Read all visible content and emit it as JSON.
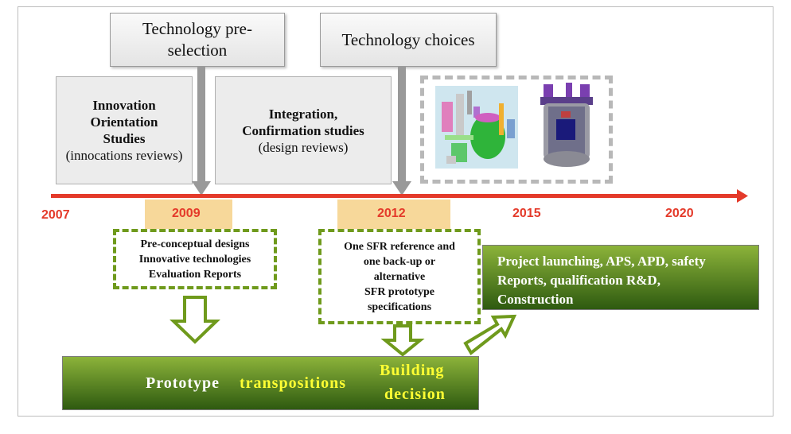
{
  "headers": {
    "preselection": "Technology pre-selection",
    "choices": "Technology choices"
  },
  "studies": {
    "innovation_l1": "Innovation",
    "innovation_l2": "Orientation",
    "innovation_l3": "Studies",
    "innovation_l4": "(innocations reviews)",
    "integration_l1": "Integration,",
    "integration_l2": "Confirmation studies",
    "integration_l3": "(design reviews)"
  },
  "timeline": {
    "years": [
      "2007",
      "2009",
      "2012",
      "2015",
      "2020"
    ]
  },
  "milestones": {
    "m2009": [
      "Pre-conceptual designs",
      "Innovative technologies",
      "Evaluation Reports"
    ],
    "m2012": [
      "One SFR reference and",
      "one back-up or",
      "alternative",
      "SFR prototype",
      "specifications"
    ]
  },
  "bottom": {
    "prototype": "Prototype",
    "transpositions": "transpositions",
    "building": "Building",
    "decision": "decision"
  },
  "project": {
    "l1": "Project launching, APS, APD, safety",
    "l2": "Reports, qualification R&D,",
    "l3": "Construction"
  },
  "colors": {
    "timeline": "#e43a2a",
    "highlight": "#f7d89a",
    "green": "#5a8a1e",
    "yellow_text": "#ffff33"
  }
}
